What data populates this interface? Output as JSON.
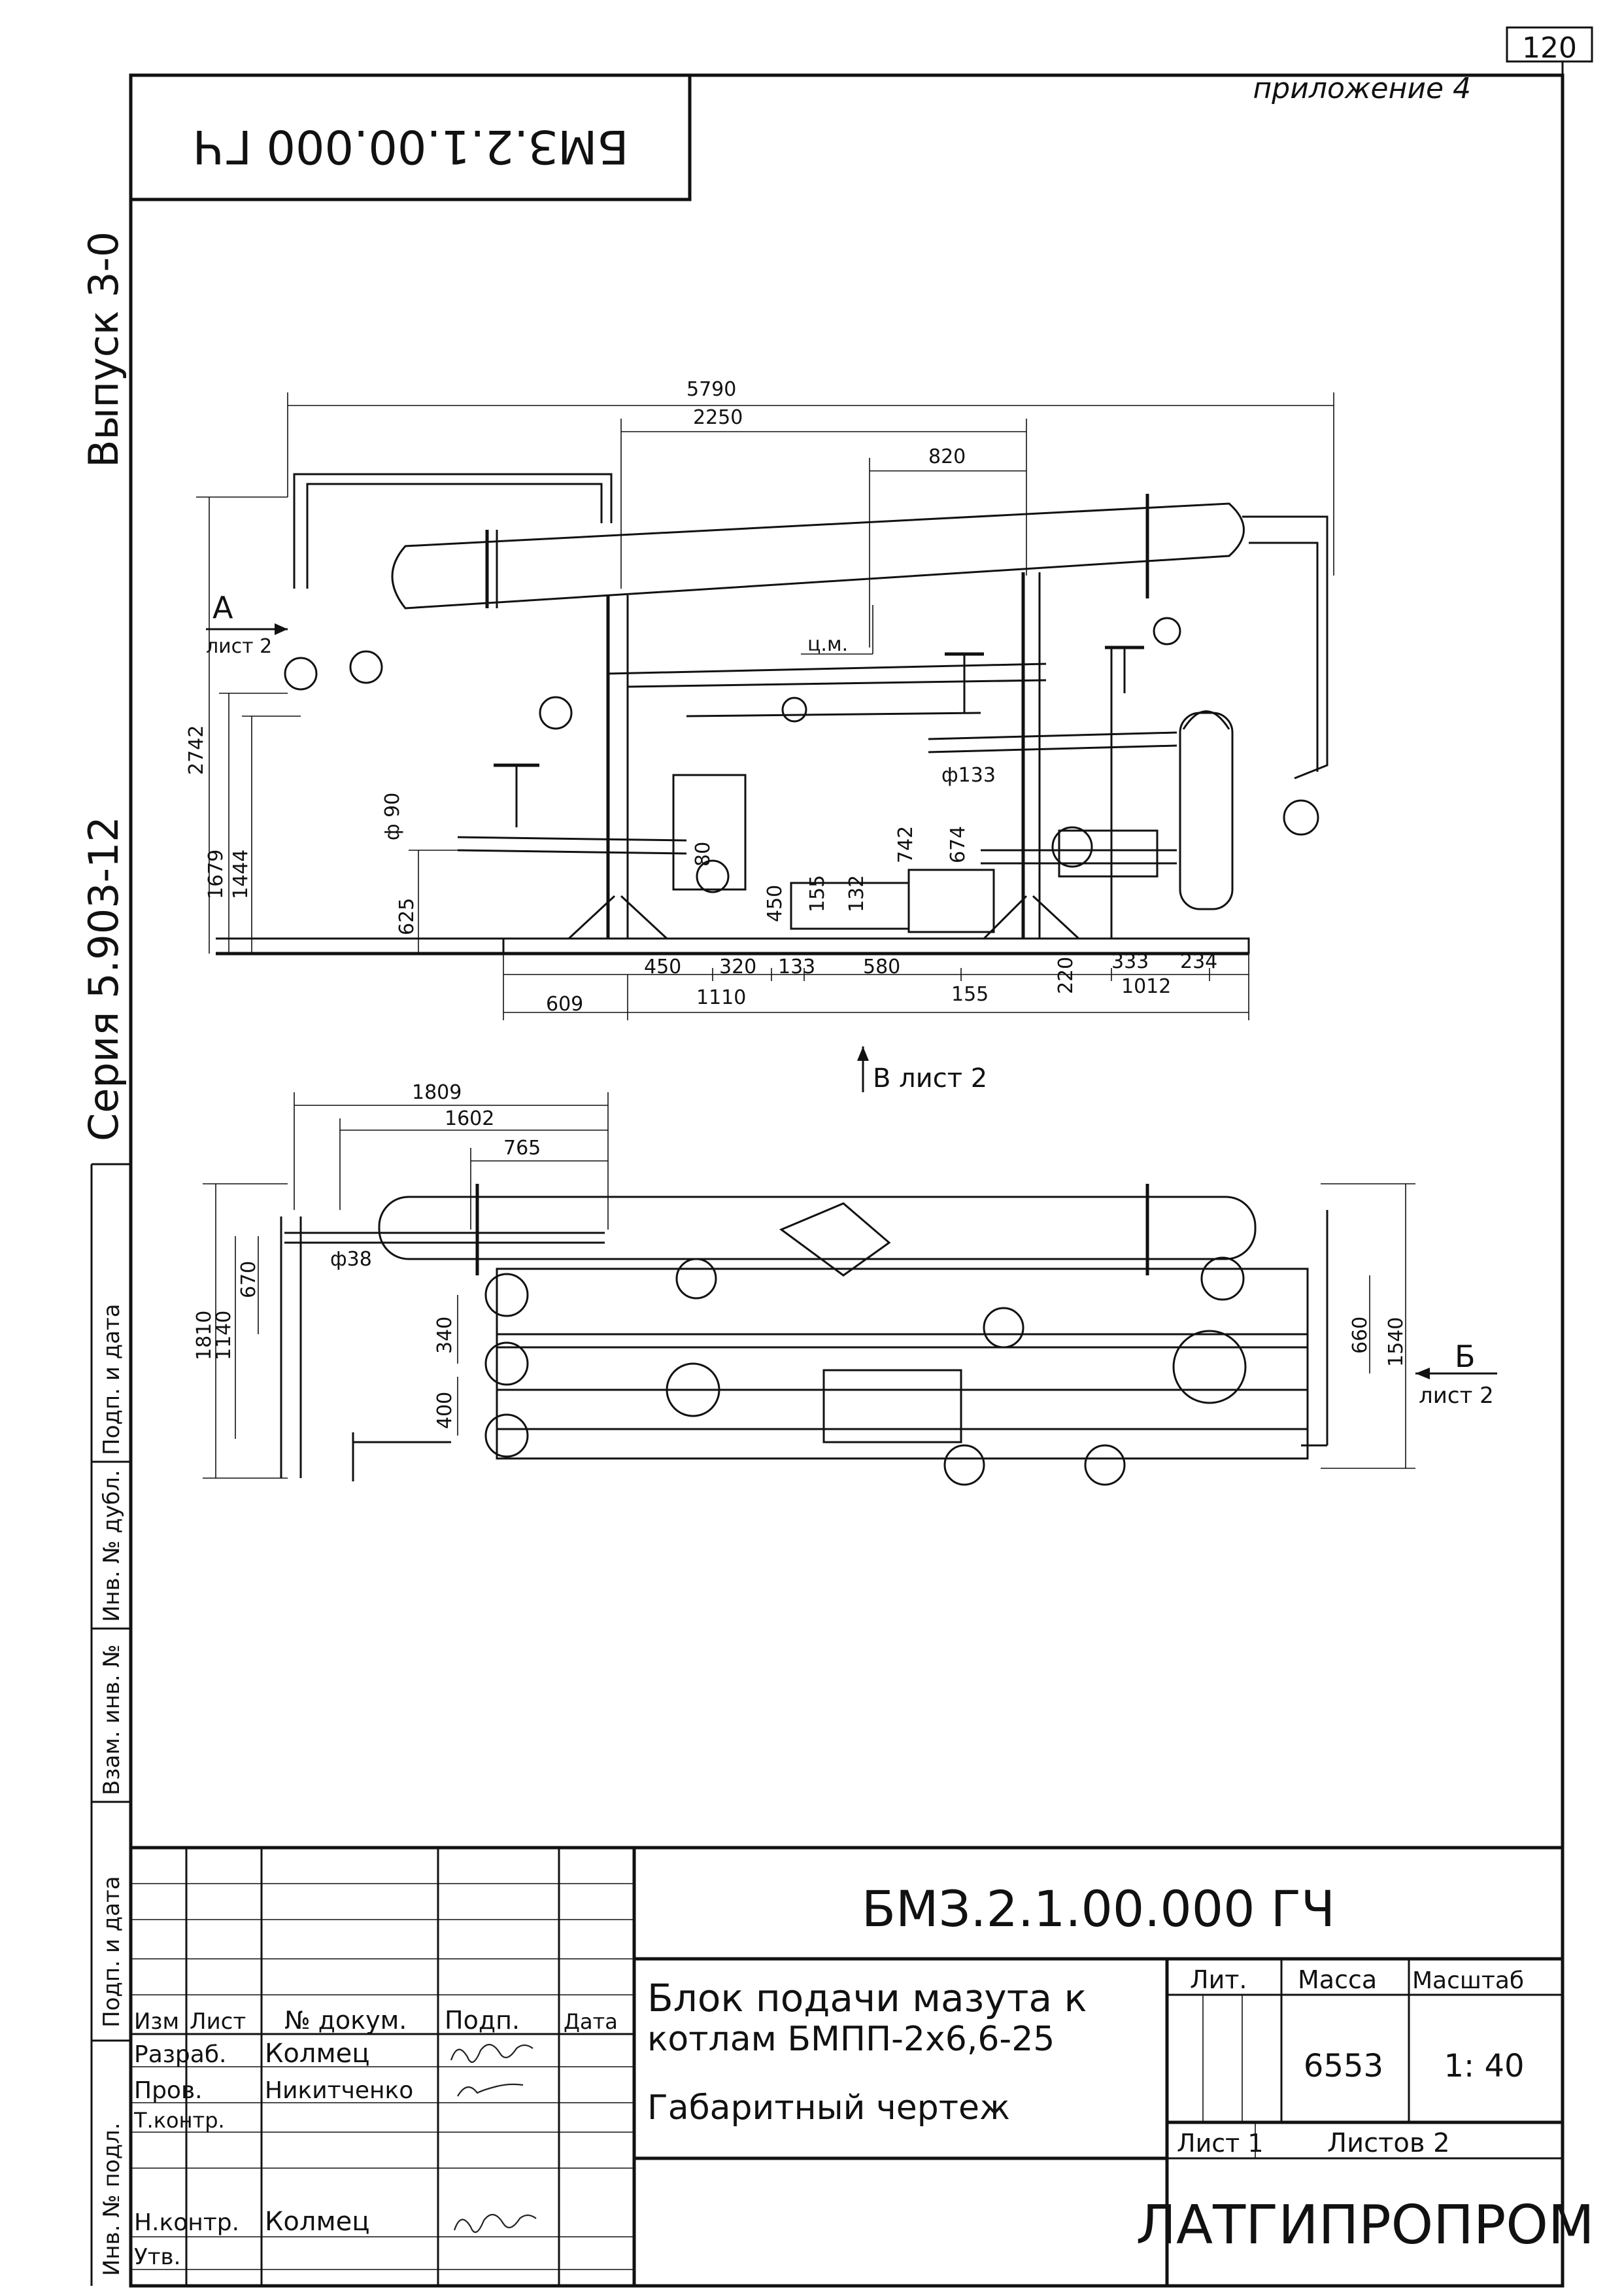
{
  "page_number": "120",
  "appendix": "приложение 4",
  "rotated_code": "БМЗ.2.1.00.000 ГЧ",
  "left_margin": {
    "vypusk": "Выпуск 3-0",
    "seriya": "Серия 5.903-12",
    "column_labels": [
      "Инв. № подл.",
      "Подп. и дата",
      "Взам. инв. №",
      "Инв. № дубл.",
      "Подп. и дата"
    ]
  },
  "drawing": {
    "callout_a": "А",
    "callout_a_sheet": "лист 2",
    "callout_b": "В лист 2",
    "callout_b2": "Б",
    "callout_b2_sheet": "лист 2",
    "cm_label": "ц.м.",
    "top_dims": [
      "5790",
      "2250",
      "820"
    ],
    "left_dims": [
      "2742",
      "1679",
      "1444",
      "625"
    ],
    "bottom_dims": [
      "609",
      "450",
      "320",
      "1110",
      "133",
      "580",
      "155",
      "220",
      "333",
      "234",
      "1012"
    ],
    "inner_dims": [
      "ф 90",
      "ф133",
      "742",
      "674",
      "450",
      "155",
      "132",
      "80"
    ],
    "plan_dims": [
      "1809",
      "1602",
      "765",
      "1810",
      "1140",
      "670",
      "ф38",
      "340",
      "400",
      "660",
      "1540"
    ]
  },
  "title_block": {
    "designation": "БМЗ.2.1.00.000 ГЧ",
    "title_line1": "Блок подачи мазута к",
    "title_line2": "котлам БМПП-2х6,6-25",
    "doc_type": "Габаритный чертеж",
    "header_cols": [
      "Изм",
      "Лист",
      "№ докум.",
      "Подп.",
      "Дата"
    ],
    "rows": [
      {
        "role": "Разраб.",
        "name": "Колмец"
      },
      {
        "role": "Пров.",
        "name": "Никитченко"
      },
      {
        "role": "Т.контр.",
        "name": ""
      },
      {
        "role": "",
        "name": ""
      },
      {
        "role": "Н.контр.",
        "name": "Колмец"
      },
      {
        "role": "Утв.",
        "name": ""
      }
    ],
    "lit_label": "Лит.",
    "mass_label": "Масса",
    "scale_label": "Масштаб",
    "mass_value": "6553",
    "scale_value": "1: 40",
    "sheet_label": "Лист 1",
    "sheets_label": "Листов 2",
    "organization": "ЛАТГИПРОПРОМ"
  }
}
